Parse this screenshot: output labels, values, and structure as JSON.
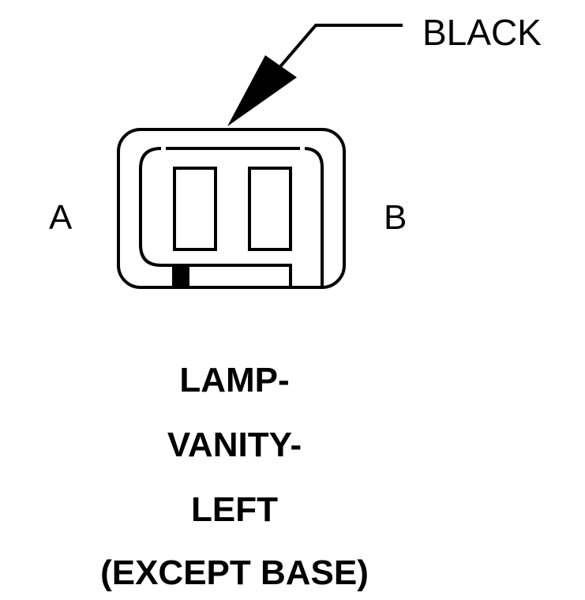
{
  "wire_color_label": "BLACK",
  "pins": {
    "left": "A",
    "right": "B"
  },
  "caption": {
    "line1": "LAMP-",
    "line2": "VANITY-",
    "line3": "LEFT",
    "line4": "(EXCEPT BASE)"
  },
  "colors": {
    "ink": "#000000",
    "background": "#ffffff"
  }
}
